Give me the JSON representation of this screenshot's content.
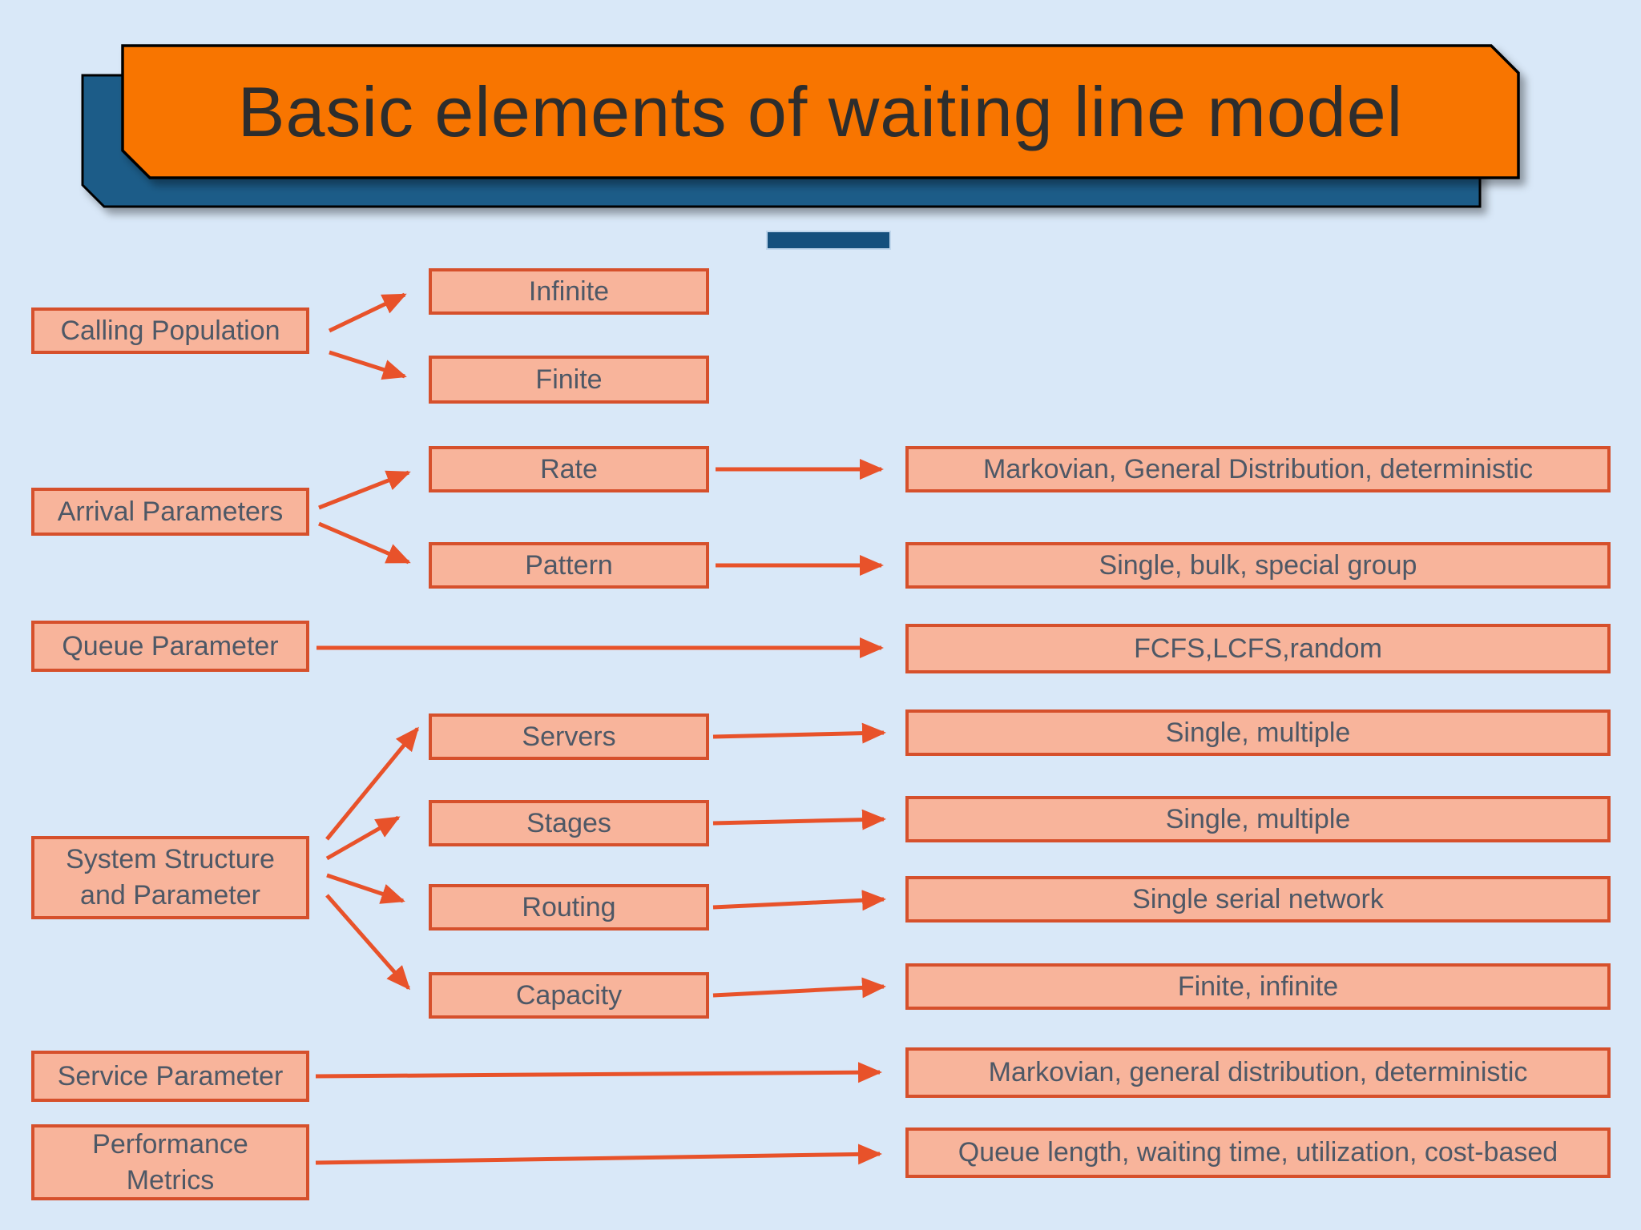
{
  "title": "Basic elements of waiting line model",
  "colors": {
    "background": "#D9E8F8",
    "title_fill": "#F87503",
    "banner_fill": "#1E5B88",
    "dash_fill": "#15507D",
    "node_fill": "#F8B49B",
    "node_border": "#D6502C",
    "arrow": "#E8522A",
    "node_text": "#4E5866",
    "title_text": "#2D2D2D"
  },
  "boxes": {
    "left": [
      {
        "label": "Calling Population"
      },
      {
        "label": "Arrival Parameters"
      },
      {
        "label": "Queue Parameter"
      },
      {
        "label": "System Structure and Parameter"
      },
      {
        "label": "Service Parameter"
      },
      {
        "label": "Performance Metrics"
      }
    ],
    "mid": [
      {
        "label": "Infinite"
      },
      {
        "label": "Finite"
      },
      {
        "label": "Rate"
      },
      {
        "label": "Pattern"
      },
      {
        "label": "Servers"
      },
      {
        "label": "Stages"
      },
      {
        "label": "Routing"
      },
      {
        "label": "Capacity"
      }
    ],
    "right": [
      {
        "label": "Markovian, General Distribution, deterministic"
      },
      {
        "label": "Single, bulk, special group"
      },
      {
        "label": "FCFS,LCFS,random"
      },
      {
        "label": "Single, multiple"
      },
      {
        "label": "Single, multiple"
      },
      {
        "label": "Single serial network"
      },
      {
        "label": "Finite, infinite"
      },
      {
        "label": "Markovian, general distribution, deterministic"
      },
      {
        "label": "Queue length, waiting time, utilization, cost-based"
      }
    ]
  },
  "edges": [
    {
      "from": "Calling Population",
      "to": "Infinite"
    },
    {
      "from": "Calling Population",
      "to": "Finite"
    },
    {
      "from": "Arrival Parameters",
      "to": "Rate"
    },
    {
      "from": "Arrival Parameters",
      "to": "Pattern"
    },
    {
      "from": "Rate",
      "to": "Markovian, General Distribution, deterministic"
    },
    {
      "from": "Pattern",
      "to": "Single, bulk, special group"
    },
    {
      "from": "Queue Parameter",
      "to": "FCFS,LCFS,random"
    },
    {
      "from": "System Structure and Parameter",
      "to": "Servers"
    },
    {
      "from": "System Structure and Parameter",
      "to": "Stages"
    },
    {
      "from": "System Structure and Parameter",
      "to": "Routing"
    },
    {
      "from": "System Structure and Parameter",
      "to": "Capacity"
    },
    {
      "from": "Servers",
      "to": "Single, multiple"
    },
    {
      "from": "Stages",
      "to": "Single, multiple"
    },
    {
      "from": "Routing",
      "to": "Single serial network"
    },
    {
      "from": "Capacity",
      "to": "Finite, infinite"
    },
    {
      "from": "Service Parameter",
      "to": "Markovian, general distribution, deterministic"
    },
    {
      "from": "Performance Metrics",
      "to": "Queue length, waiting time, utilization, cost-based"
    }
  ]
}
